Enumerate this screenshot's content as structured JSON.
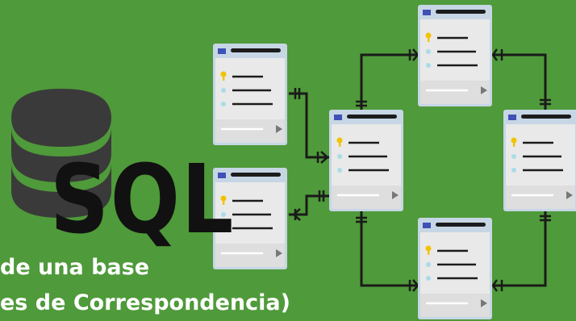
{
  "logo": {
    "text": "SQL",
    "icon": "database-icon"
  },
  "caption": {
    "line1": "de una base",
    "line2": "es de Correspondencia)"
  },
  "colors": {
    "background": "#4f9a3a",
    "card_face": "#e9e9e9",
    "card_header": "#c6d6e5",
    "card_header_bar": "#1c1c1c",
    "header_square": "#3f51b5",
    "key_icon": "#f2c200",
    "field_dot": "#a9dce8",
    "connector": "#1a1a1a",
    "database_stack": "#3a3a3a"
  }
}
